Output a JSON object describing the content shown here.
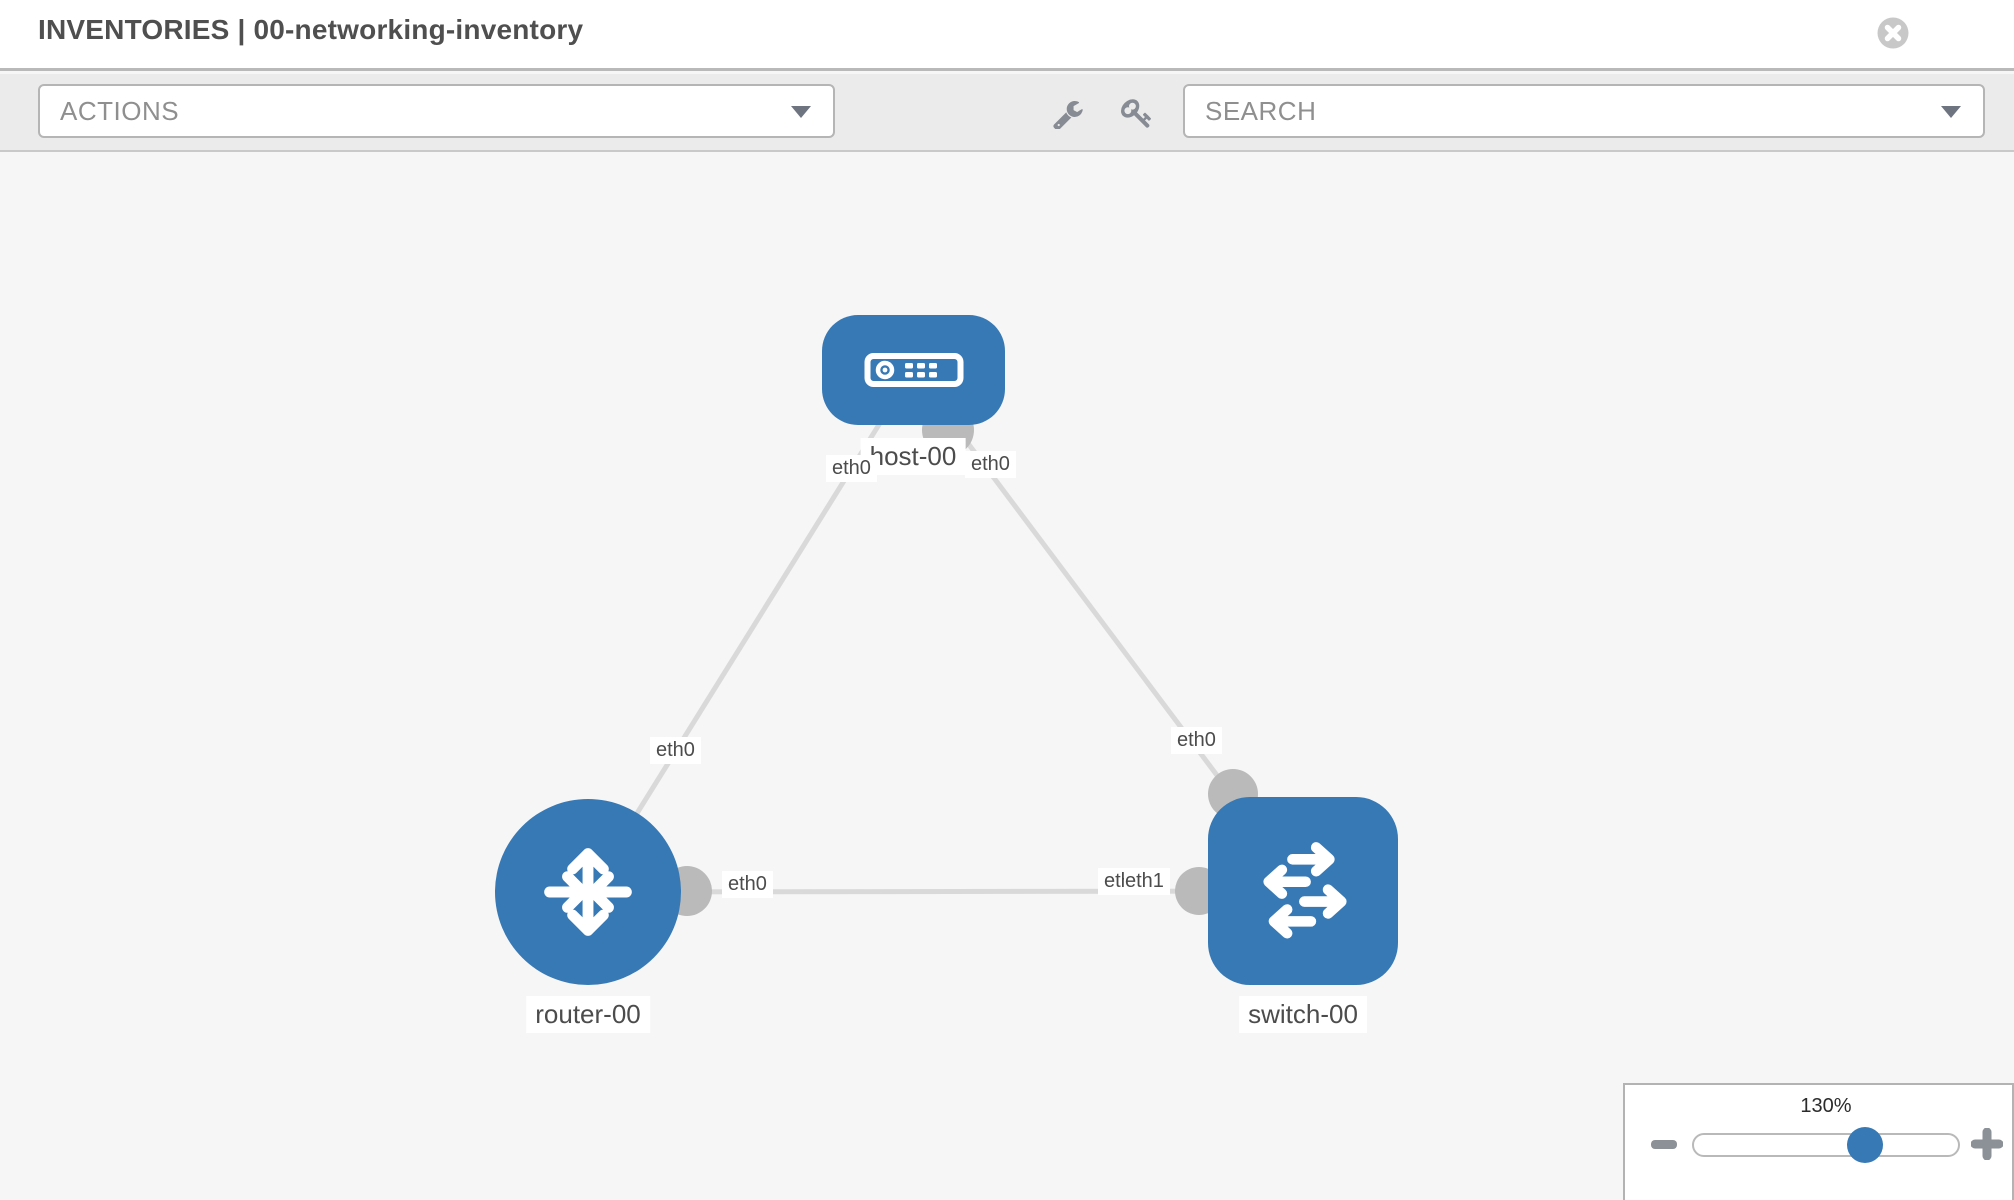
{
  "header": {
    "title": "INVENTORIES | 00-networking-inventory",
    "close_icon": "x-circle-icon"
  },
  "toolbar": {
    "actions_label": "ACTIONS",
    "search_label": "SEARCH",
    "icons": [
      "wrench-icon",
      "key-icon"
    ]
  },
  "topology": {
    "nodes": [
      {
        "id": "host-00",
        "type": "host",
        "label": "host-00",
        "icon": "host-icon"
      },
      {
        "id": "router-00",
        "type": "router",
        "label": "router-00",
        "icon": "router-icon"
      },
      {
        "id": "switch-00",
        "type": "switch",
        "label": "switch-00",
        "icon": "switch-icon"
      }
    ],
    "links": [
      {
        "from": "host-00",
        "to": "router-00",
        "from_interface": "eth0",
        "to_interface": "eth0"
      },
      {
        "from": "host-00",
        "to": "switch-00",
        "from_interface": "eth0",
        "to_interface": "eth0"
      },
      {
        "from": "router-00",
        "to": "switch-00",
        "from_interface": "eth0",
        "to_interface": "eth1"
      }
    ],
    "interface_labels": {
      "host_router_host_side": "eth0",
      "host_router_router_side": "eth0",
      "host_switch_host_side": "eth0",
      "host_switch_switch_side": "eth0",
      "router_switch_router_side": "eth0",
      "router_switch_switch_side": "eth1",
      "router_switch_switch_side_under": "eth0"
    }
  },
  "zoom_control": {
    "value": "130%",
    "minus_icon": "minus-icon",
    "plus_icon": "plus-icon"
  },
  "colors": {
    "node_blue": "#3779B5",
    "link_gray": "#D9D9D9",
    "interface_gray": "#BABABA",
    "canvas_bg": "#F6F6F6",
    "toolbar_bg": "#EBEBEB"
  }
}
